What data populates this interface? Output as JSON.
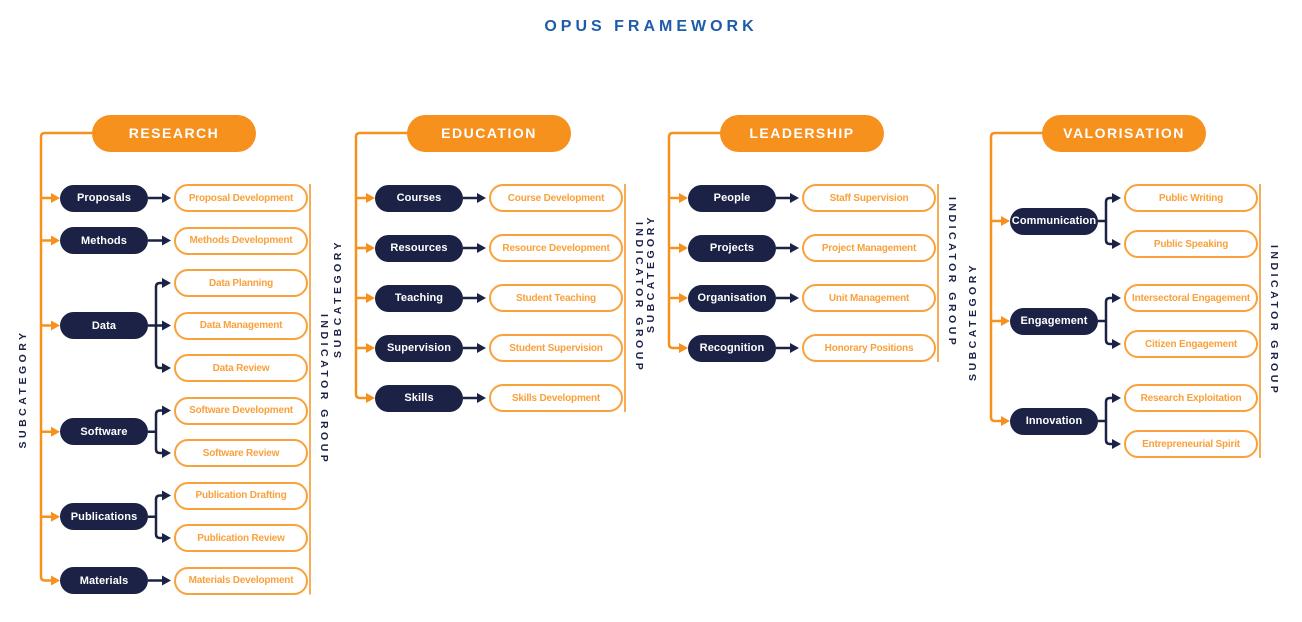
{
  "title": "OPUS FRAMEWORK",
  "axis_labels": {
    "left": "SUBCATEGORY",
    "right": "INDICATOR GROUP"
  },
  "colors": {
    "title": "#1E5CA9",
    "orange": "#F6911E",
    "orange_light": "#F9A13B",
    "navy": "#1B2245",
    "background": "#FFFFFF"
  },
  "categories": [
    {
      "name": "RESEARCH",
      "groups": [
        {
          "subcategory": "Proposals",
          "indicators": [
            "Proposal Development"
          ]
        },
        {
          "subcategory": "Methods",
          "indicators": [
            "Methods Development"
          ]
        },
        {
          "subcategory": "Data",
          "indicators": [
            "Data Planning",
            "Data Management",
            "Data Review"
          ]
        },
        {
          "subcategory": "Software",
          "indicators": [
            "Software Development",
            "Software Review"
          ]
        },
        {
          "subcategory": "Publications",
          "indicators": [
            "Publication Drafting",
            "Publication Review"
          ]
        },
        {
          "subcategory": "Materials",
          "indicators": [
            "Materials Development"
          ]
        }
      ]
    },
    {
      "name": "EDUCATION",
      "groups": [
        {
          "subcategory": "Courses",
          "indicators": [
            "Course Development"
          ]
        },
        {
          "subcategory": "Resources",
          "indicators": [
            "Resource Development"
          ]
        },
        {
          "subcategory": "Teaching",
          "indicators": [
            "Student Teaching"
          ]
        },
        {
          "subcategory": "Supervision",
          "indicators": [
            "Student Supervision"
          ]
        },
        {
          "subcategory": "Skills",
          "indicators": [
            "Skills Development"
          ]
        }
      ]
    },
    {
      "name": "LEADERSHIP",
      "groups": [
        {
          "subcategory": "People",
          "indicators": [
            "Staff Supervision"
          ]
        },
        {
          "subcategory": "Projects",
          "indicators": [
            "Project Management"
          ]
        },
        {
          "subcategory": "Organisation",
          "indicators": [
            "Unit Management"
          ]
        },
        {
          "subcategory": "Recognition",
          "indicators": [
            "Honorary Positions"
          ]
        }
      ]
    },
    {
      "name": "VALORISATION",
      "groups": [
        {
          "subcategory": "Communication",
          "indicators": [
            "Public Writing",
            "Public Speaking"
          ]
        },
        {
          "subcategory": "Engagement",
          "indicators": [
            "Intersectoral Engagement",
            "Citizen Engagement"
          ]
        },
        {
          "subcategory": "Innovation",
          "indicators": [
            "Research Exploitation",
            "Entrepreneurial Spirit"
          ]
        }
      ]
    }
  ]
}
